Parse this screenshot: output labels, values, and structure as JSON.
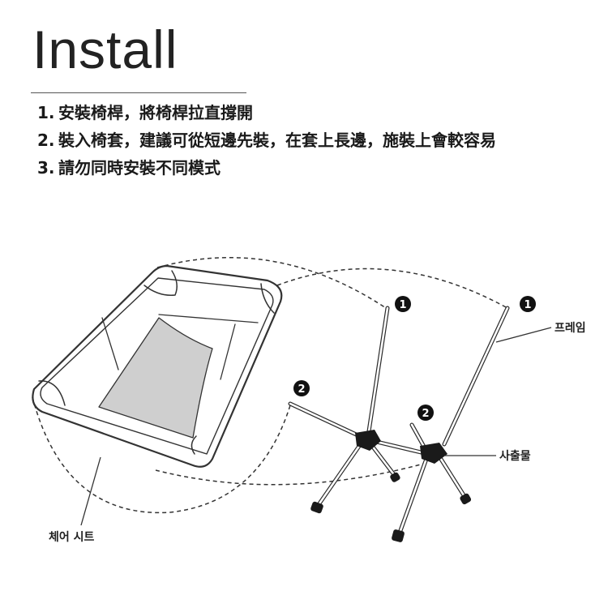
{
  "title": "Install",
  "steps": [
    {
      "num": "1.",
      "text": "安裝椅桿，將椅桿拉直撐開"
    },
    {
      "num": "2.",
      "text": "裝入椅套，建議可從短邊先裝，在套上長邊，施裝上會較容易"
    },
    {
      "num": "3.",
      "text": "請勿同時安裝不同模式"
    }
  ],
  "diagram": {
    "labels": {
      "frame": "프레임",
      "hub": "사출물",
      "seat": "체어 시트"
    },
    "badges": [
      "1",
      "1",
      "2",
      "2"
    ]
  }
}
